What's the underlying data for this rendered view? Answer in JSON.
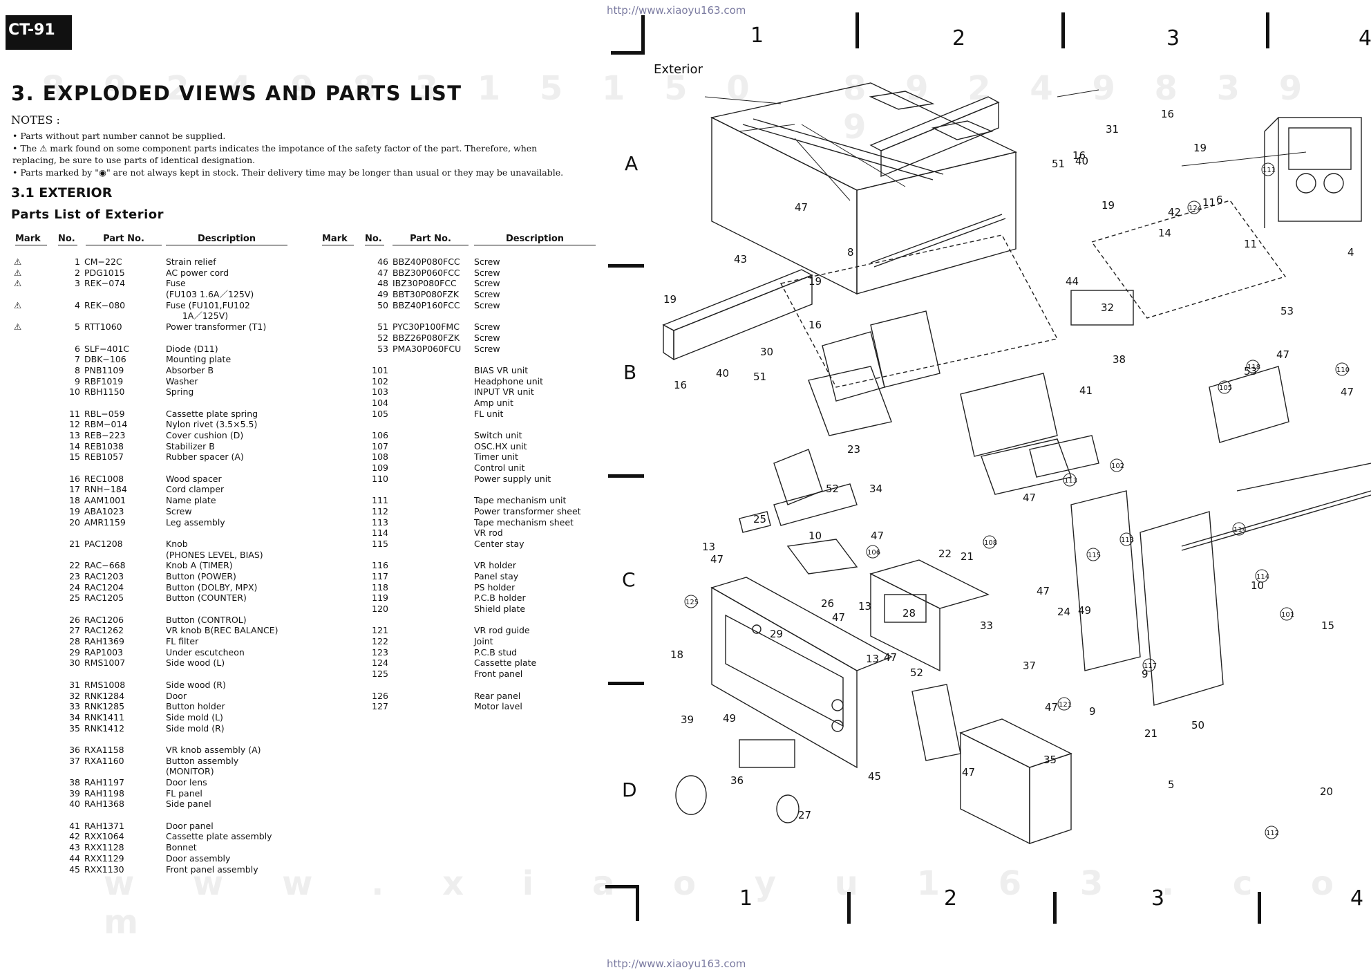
{
  "header": {
    "model": "CT-91",
    "url_top": "http://www.xiaoyu163.com",
    "url_bottom": "http://www.xiaoyu163.com"
  },
  "title": "3.  EXPLODED  VIEWS  AND  PARTS  LIST",
  "notes": {
    "heading": "NOTES :",
    "items": [
      "• Parts without part number cannot be supplied.",
      "• The ⚠ mark found on some component parts indicates the impotance of the safety factor of the part. Therefore, when",
      "   replacing, be sure to use parts of identical designation.",
      "• Parts marked by \"◉\" are not always kept in stock. Their delivery time may be longer than usual or they may be unavailable."
    ]
  },
  "section": "3.1  EXTERIOR",
  "subsection": "Parts List of Exterior",
  "columns": {
    "mark": "Mark",
    "no": "No.",
    "part": "Part No.",
    "desc": "Description"
  },
  "parts_left": [
    [
      "⚠",
      "1",
      "CM−22C",
      "Strain relief"
    ],
    [
      "⚠",
      "2",
      "PDG1015",
      "AC power cord"
    ],
    [
      "⚠",
      "3",
      "REK−074",
      "Fuse"
    ],
    [
      "",
      "",
      "",
      "(FU103 1.6A／125V)"
    ],
    [
      "⚠",
      "4",
      "REK−080",
      "Fuse (FU101,FU102"
    ],
    [
      "",
      "",
      "",
      "      1A／125V)"
    ],
    [
      "⚠",
      "5",
      "RTT1060",
      "Power transformer (T1)"
    ],
    [
      "",
      "",
      "",
      ""
    ],
    [
      "",
      "6",
      "SLF−401C",
      "Diode (D11)"
    ],
    [
      "",
      "7",
      "DBK−106",
      "Mounting plate"
    ],
    [
      "",
      "8",
      "PNB1109",
      "Absorber B"
    ],
    [
      "",
      "9",
      "RBF1019",
      "Washer"
    ],
    [
      "",
      "10",
      "RBH1150",
      "Spring"
    ],
    [
      "",
      "",
      "",
      ""
    ],
    [
      "",
      "11",
      "RBL−059",
      "Cassette plate spring"
    ],
    [
      "",
      "12",
      "RBM−014",
      "Nylon rivet (3.5×5.5)"
    ],
    [
      "",
      "13",
      "REB−223",
      "Cover cushion (D)"
    ],
    [
      "",
      "14",
      "REB1038",
      "Stabilizer B"
    ],
    [
      "",
      "15",
      "REB1057",
      "Rubber spacer (A)"
    ],
    [
      "",
      "",
      "",
      ""
    ],
    [
      "",
      "16",
      "REC1008",
      "Wood spacer"
    ],
    [
      "",
      "17",
      "RNH−184",
      "Cord clamper"
    ],
    [
      "",
      "18",
      "AAM1001",
      "Name plate"
    ],
    [
      "",
      "19",
      "ABA1023",
      "Screw"
    ],
    [
      "",
      "20",
      "AMR1159",
      "Leg assembly"
    ],
    [
      "",
      "",
      "",
      ""
    ],
    [
      "",
      "21",
      "PAC1208",
      "Knob"
    ],
    [
      "",
      "",
      "",
      "(PHONES LEVEL, BIAS)"
    ],
    [
      "",
      "22",
      "RAC−668",
      "Knob A (TIMER)"
    ],
    [
      "",
      "23",
      "RAC1203",
      "Button (POWER)"
    ],
    [
      "",
      "24",
      "RAC1204",
      "Button (DOLBY, MPX)"
    ],
    [
      "",
      "25",
      "RAC1205",
      "Button (COUNTER)"
    ],
    [
      "",
      "",
      "",
      ""
    ],
    [
      "",
      "26",
      "RAC1206",
      "Button (CONTROL)"
    ],
    [
      "",
      "27",
      "RAC1262",
      "VR knob B(REC BALANCE)"
    ],
    [
      "",
      "28",
      "RAH1369",
      "FL filter"
    ],
    [
      "",
      "29",
      "RAP1003",
      "Under escutcheon"
    ],
    [
      "",
      "30",
      "RMS1007",
      "Side wood (L)"
    ],
    [
      "",
      "",
      "",
      ""
    ],
    [
      "",
      "31",
      "RMS1008",
      "Side wood (R)"
    ],
    [
      "",
      "32",
      "RNK1284",
      "Door"
    ],
    [
      "",
      "33",
      "RNK1285",
      "Button holder"
    ],
    [
      "",
      "34",
      "RNK1411",
      "Side mold (L)"
    ],
    [
      "",
      "35",
      "RNK1412",
      "Side mold (R)"
    ],
    [
      "",
      "",
      "",
      ""
    ],
    [
      "",
      "36",
      "RXA1158",
      "VR knob assembly (A)"
    ],
    [
      "",
      "37",
      "RXA1160",
      "Button assembly"
    ],
    [
      "",
      "",
      "",
      "(MONITOR)"
    ],
    [
      "",
      "38",
      "RAH1197",
      "Door lens"
    ],
    [
      "",
      "39",
      "RAH1198",
      "FL panel"
    ],
    [
      "",
      "40",
      "RAH1368",
      "Side panel"
    ],
    [
      "",
      "",
      "",
      ""
    ],
    [
      "",
      "41",
      "RAH1371",
      "Door panel"
    ],
    [
      "",
      "42",
      "RXX1064",
      "Cassette plate assembly"
    ],
    [
      "",
      "43",
      "RXX1128",
      "Bonnet"
    ],
    [
      "",
      "44",
      "RXX1129",
      "Door assembly"
    ],
    [
      "",
      "45",
      "RXX1130",
      "Front panel assembly"
    ]
  ],
  "parts_right": [
    [
      "",
      "46",
      "BBZ40P080FCC",
      "Screw"
    ],
    [
      "",
      "47",
      "BBZ30P060FCC",
      "Screw"
    ],
    [
      "",
      "48",
      "IBZ30P080FCC",
      "Screw"
    ],
    [
      "",
      "49",
      "BBT30P080FZK",
      "Screw"
    ],
    [
      "",
      "50",
      "BBZ40P160FCC",
      "Screw"
    ],
    [
      "",
      "",
      "",
      ""
    ],
    [
      "",
      "51",
      "PYC30P100FMC",
      "Screw"
    ],
    [
      "",
      "52",
      "BBZ26P080FZK",
      "Screw"
    ],
    [
      "",
      "53",
      "PMA30P060FCU",
      "Screw"
    ],
    [
      "",
      "",
      "",
      ""
    ],
    [
      "",
      "101",
      "",
      "BIAS VR unit"
    ],
    [
      "",
      "102",
      "",
      "Headphone unit"
    ],
    [
      "",
      "103",
      "",
      "INPUT VR unit"
    ],
    [
      "",
      "104",
      "",
      "Amp unit"
    ],
    [
      "",
      "105",
      "",
      "FL unit"
    ],
    [
      "",
      "",
      "",
      ""
    ],
    [
      "",
      "106",
      "",
      "Switch unit"
    ],
    [
      "",
      "107",
      "",
      "OSC.HX unit"
    ],
    [
      "",
      "108",
      "",
      "Timer unit"
    ],
    [
      "",
      "109",
      "",
      "Control unit"
    ],
    [
      "",
      "110",
      "",
      "Power supply unit"
    ],
    [
      "",
      "",
      "",
      ""
    ],
    [
      "",
      "111",
      "",
      "Tape mechanism unit"
    ],
    [
      "",
      "112",
      "",
      "Power transformer sheet"
    ],
    [
      "",
      "113",
      "",
      "Tape mechanism sheet"
    ],
    [
      "",
      "114",
      "",
      "VR rod"
    ],
    [
      "",
      "115",
      "",
      "Center stay"
    ],
    [
      "",
      "",
      "",
      ""
    ],
    [
      "",
      "116",
      "",
      "VR holder"
    ],
    [
      "",
      "117",
      "",
      "Panel stay"
    ],
    [
      "",
      "118",
      "",
      "PS holder"
    ],
    [
      "",
      "119",
      "",
      "P.C.B holder"
    ],
    [
      "",
      "120",
      "",
      "Shield plate"
    ],
    [
      "",
      "",
      "",
      ""
    ],
    [
      "",
      "121",
      "",
      "VR rod guide"
    ],
    [
      "",
      "122",
      "",
      "Joint"
    ],
    [
      "",
      "123",
      "",
      "P.C.B stud"
    ],
    [
      "",
      "124",
      "",
      "Cassette plate"
    ],
    [
      "",
      "125",
      "",
      "Front panel"
    ],
    [
      "",
      "",
      "",
      ""
    ],
    [
      "",
      "126",
      "",
      "Rear panel"
    ],
    [
      "",
      "127",
      "",
      "Motor lavel"
    ]
  ],
  "diagram": {
    "caption": "Exterior",
    "grid_cols_top": [
      "1",
      "2",
      "3",
      "4"
    ],
    "grid_cols_bottom": [
      "1",
      "2",
      "3",
      "4"
    ],
    "grid_rows": [
      "A",
      "B",
      "C",
      "D"
    ]
  },
  "watermarks": [
    "8 9 2 4 9 8 3 1 5 1 5 0",
    "8 9 2 4 9 8 3 9 9",
    "w w w . x i a o y u 1 6 3 . c o m"
  ]
}
